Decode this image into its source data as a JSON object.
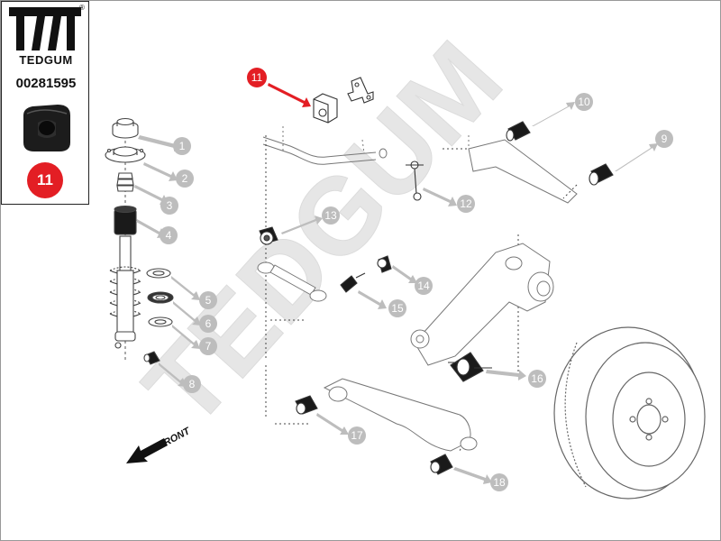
{
  "brand": {
    "name": "TEDGUM",
    "registered_mark": "®"
  },
  "product": {
    "part_number": "00281595",
    "position_number": "11"
  },
  "watermark": "TEDGUM",
  "direction_label": "FRONT",
  "colors": {
    "callout_default": "#bdbdbd",
    "callout_highlight": "#e31e24",
    "line": "#555555",
    "part_fill": "#ffffff",
    "bushing_dark": "#1a1a1a",
    "watermark": "#e4e4e4"
  },
  "callouts": [
    {
      "number": "1",
      "highlighted": false
    },
    {
      "number": "2",
      "highlighted": false
    },
    {
      "number": "3",
      "highlighted": false
    },
    {
      "number": "4",
      "highlighted": false
    },
    {
      "number": "5",
      "highlighted": false
    },
    {
      "number": "6",
      "highlighted": false
    },
    {
      "number": "7",
      "highlighted": false
    },
    {
      "number": "8",
      "highlighted": false
    },
    {
      "number": "9",
      "highlighted": false
    },
    {
      "number": "10",
      "highlighted": false
    },
    {
      "number": "11",
      "highlighted": true
    },
    {
      "number": "12",
      "highlighted": false
    },
    {
      "number": "13",
      "highlighted": false
    },
    {
      "number": "14",
      "highlighted": false
    },
    {
      "number": "15",
      "highlighted": false
    },
    {
      "number": "16",
      "highlighted": false
    },
    {
      "number": "17",
      "highlighted": false
    },
    {
      "number": "18",
      "highlighted": false
    }
  ]
}
